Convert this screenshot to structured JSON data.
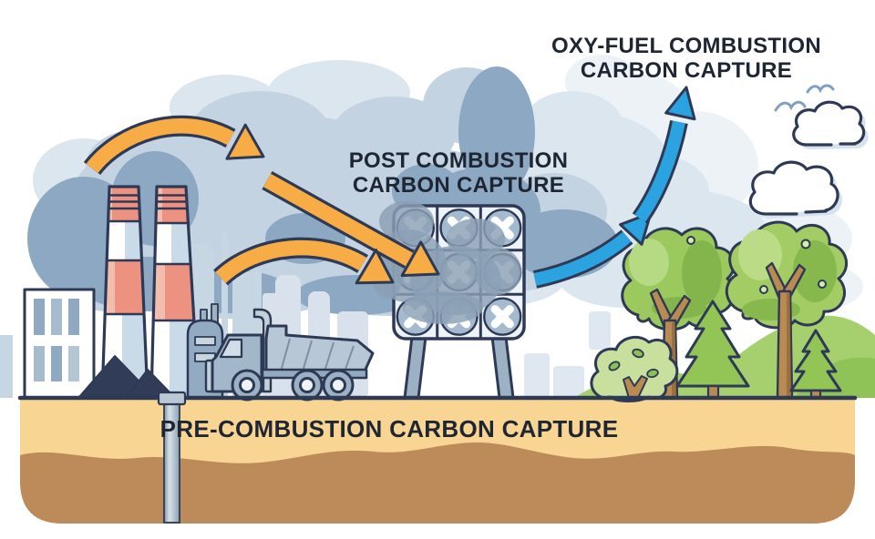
{
  "labels": {
    "oxy_line1": "OXY-FUEL COMBUSTION",
    "oxy_line2": "CARBON CAPTURE",
    "post_line1": "POST COMBUSTION",
    "post_line2": "CARBON CAPTURE",
    "pre": "PRE-COMBUSTION CARBON CAPTURE"
  },
  "colors": {
    "outline_navy": "#2e3a55",
    "text_dark": "#1f2633",
    "arrow_orange": "#f7ac45",
    "arrow_blue": "#2ba3e0",
    "smoke_medium": "#8da8c2",
    "smoke_light": "#c3d3e1",
    "smoke_faint": "#dce6ee",
    "stack_red": "#ed9181",
    "ground_tan": "#f8d592",
    "ground_brown": "#bd8a5a",
    "grass_green": "#a6d06d",
    "canopy_green": "#9cc95e",
    "trunk_brown": "#b98a52",
    "steel_blue": "#a3b7ca"
  },
  "scene_elements": [
    "smoke-plume",
    "factory-building",
    "smokestack-left",
    "smokestack-right",
    "coal-pile",
    "dump-truck",
    "fan-capture-unit",
    "injection-pipe",
    "underground-storage",
    "forest-trees",
    "hills",
    "clouds",
    "birds",
    "orange-co2-arrows",
    "blue-co2-arrows",
    "city-silhouette"
  ]
}
